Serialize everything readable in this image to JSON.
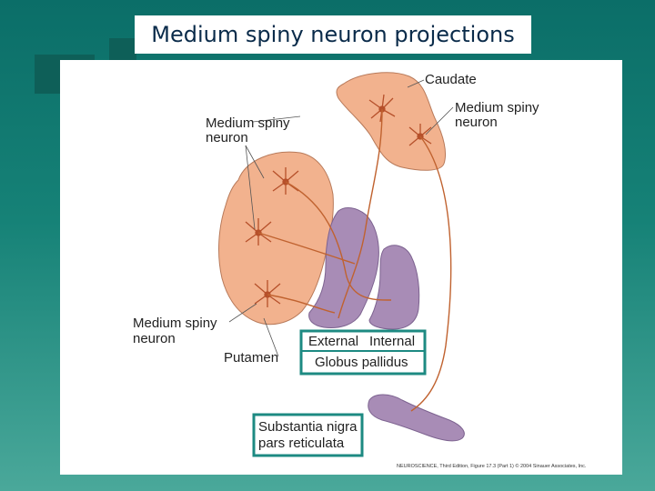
{
  "slide": {
    "title": "Medium spiny neuron projections",
    "colors": {
      "background": "#168277",
      "tissue": "#f2b28e",
      "pallidus": "#a88cb6",
      "box_border": "#1d8a82"
    }
  },
  "figure": {
    "labels": {
      "caudate": "Caudate",
      "msn_right_1": "Medium spiny",
      "msn_right_2": "neuron",
      "msn_upper_1": "Medium spiny",
      "msn_upper_2": "neuron",
      "msn_lower_1": "Medium spiny",
      "msn_lower_2": "neuron",
      "putamen": "Putamen",
      "external": "External",
      "internal": "Internal",
      "globus_pallidus": "Globus pallidus",
      "snr_1": "Substantia nigra",
      "snr_2": "pars reticulata"
    },
    "credit": "NEUROSCIENCE, Third Edition, Figure 17.3 (Part 1)  © 2004 Sinauer Associates, Inc."
  }
}
